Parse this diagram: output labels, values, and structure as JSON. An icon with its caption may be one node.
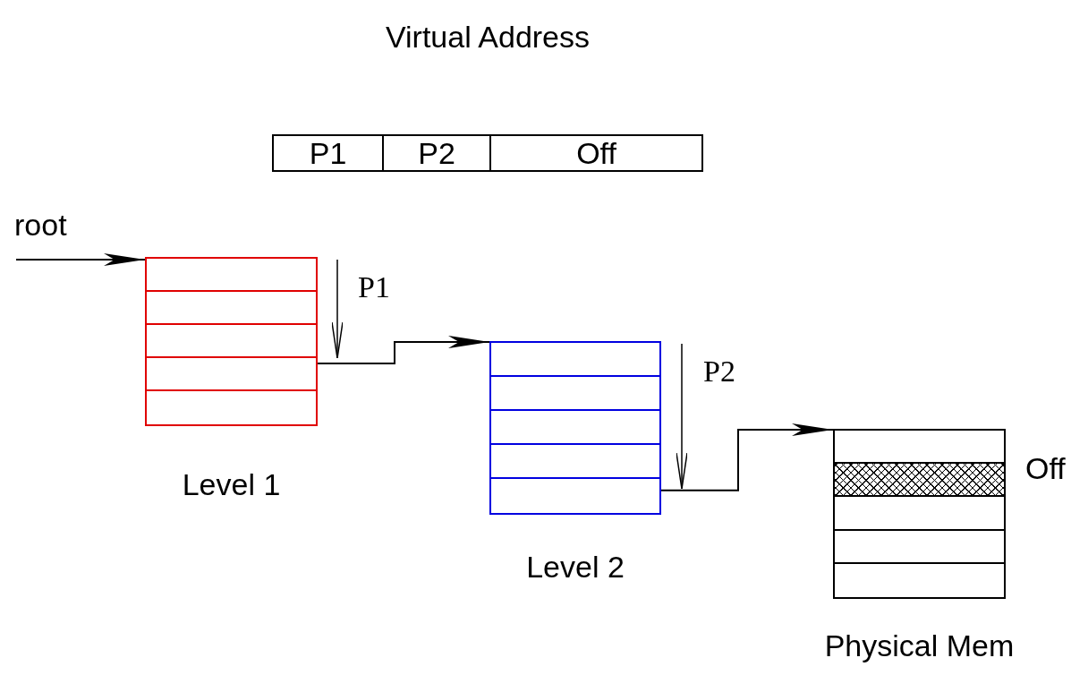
{
  "diagram": {
    "nodes": [
      {
        "text": [
          "Virtual Address"
        ]
      },
      {
        "text": [
          "P1"
        ],
        "in": 0
      },
      {
        "text": [
          "P2"
        ],
        "in": 0
      },
      {
        "text": [
          "Off"
        ],
        "in": 0
      },
      {
        "text": [
          "root"
        ]
      },
      {
        "text": [
          "Level 1"
        ]
      },
      {
        "text": [
          "Level 2"
        ]
      },
      {
        "text": [
          "Physical Mem"
        ]
      }
    ],
    "edges": [
      {
        "from": 4,
        "to": 5,
        "arrow": "to"
      },
      {
        "from": 5,
        "to": 6,
        "arrow": "to"
      },
      {
        "from": 6,
        "to": 7,
        "arrow": "to"
      }
    ],
    "labels": [
      "P1",
      "P2",
      "Off"
    ]
  }
}
